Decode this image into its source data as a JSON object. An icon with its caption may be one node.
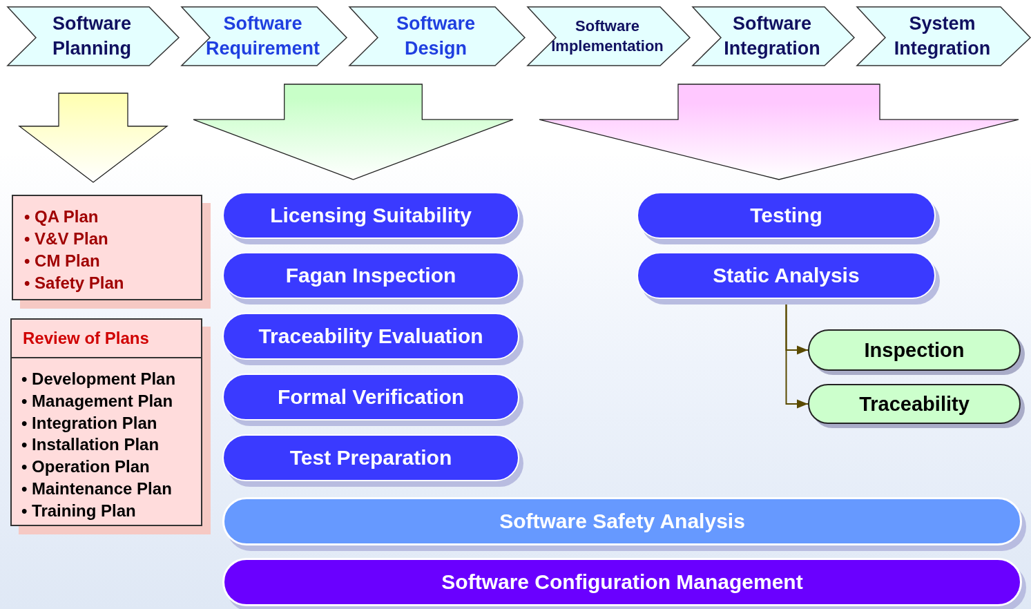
{
  "diagram": {
    "nodes": [
      {
        "text": [
          "Software Planning"
        ]
      },
      {
        "text": [
          "Software Requirement"
        ]
      },
      {
        "text": [
          "Software Design"
        ]
      },
      {
        "text": [
          "Software Implementation"
        ]
      },
      {
        "text": [
          "Software Integration"
        ]
      },
      {
        "text": [
          "System Integration"
        ]
      },
      {
        "text": [
          "• QA Plan",
          "• V&V Plan",
          "• CM Plan",
          "• Safety Plan"
        ]
      },
      {
        "text": [
          "Review of Plans",
          "• Development Plan",
          "• Management Plan",
          "• Integration Plan",
          "• Installation Plan",
          "• Operation Plan",
          "• Maintenance Plan",
          "• Training Plan"
        ]
      },
      {
        "text": [
          "Licensing Suitability"
        ]
      },
      {
        "text": [
          "Fagan Inspection"
        ]
      },
      {
        "text": [
          "Traceability Evaluation"
        ]
      },
      {
        "text": [
          "Formal Verification"
        ]
      },
      {
        "text": [
          "Test Preparation"
        ]
      },
      {
        "text": [
          "Testing"
        ]
      },
      {
        "text": [
          "Static Analysis"
        ]
      },
      {
        "text": [
          "Inspection"
        ]
      },
      {
        "text": [
          "Traceability"
        ]
      },
      {
        "text": [
          "Software Safety Analysis"
        ]
      },
      {
        "text": [
          "Software Configuration Management"
        ]
      }
    ],
    "edges": [
      {
        "from": 0,
        "to": 6,
        "arrow": "to",
        "style": "thick",
        "color": "#ffffb0"
      },
      {
        "from": 1,
        "to": 8,
        "arrow": "to",
        "style": "thick",
        "color": "#c8ffc8"
      },
      {
        "from": 2,
        "to": 8,
        "arrow": "to",
        "style": "thick",
        "color": "#c8ffc8"
      },
      {
        "from": 3,
        "to": 13,
        "arrow": "to",
        "style": "thick",
        "color": "#ffc8ff"
      },
      {
        "from": 4,
        "to": 13,
        "arrow": "to",
        "style": "thick",
        "color": "#ffc8ff"
      },
      {
        "from": 5,
        "to": 13,
        "arrow": "to",
        "style": "thick",
        "color": "#ffc8ff"
      },
      {
        "from": 14,
        "to": 15,
        "arrow": "to"
      },
      {
        "from": 14,
        "to": 16,
        "arrow": "to"
      }
    ]
  }
}
